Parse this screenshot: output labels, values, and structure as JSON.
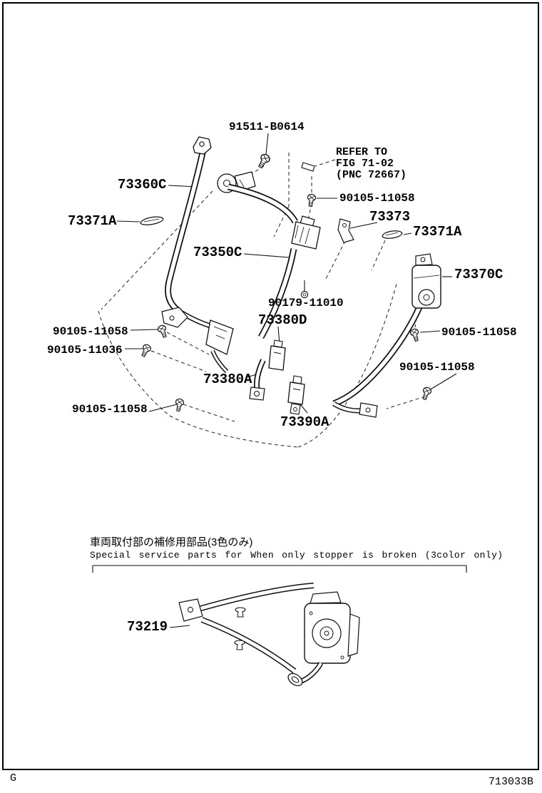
{
  "page": {
    "footer_left": "G",
    "footer_right": "713033B"
  },
  "note": {
    "japanese": "車両取付部の補修用部品(3色のみ)",
    "english": "Special service parts for When only stopper is broken (3color only)"
  },
  "refer": {
    "line1": "REFER TO",
    "line2": "FIG 71-02",
    "line3": "(PNC 72667)"
  },
  "parts": {
    "p91511": "91511-B0614",
    "p73360C": "73360C",
    "p90105_11058": "90105-11058",
    "p73371A": "73371A",
    "p73373": "73373",
    "p73350C": "73350C",
    "p73370C": "73370C",
    "p90179_11010": "90179-11010",
    "p73380D": "73380D",
    "p90105_11036": "90105-11036",
    "p73380A": "73380A",
    "p73390A": "73390A",
    "p73219": "73219"
  }
}
